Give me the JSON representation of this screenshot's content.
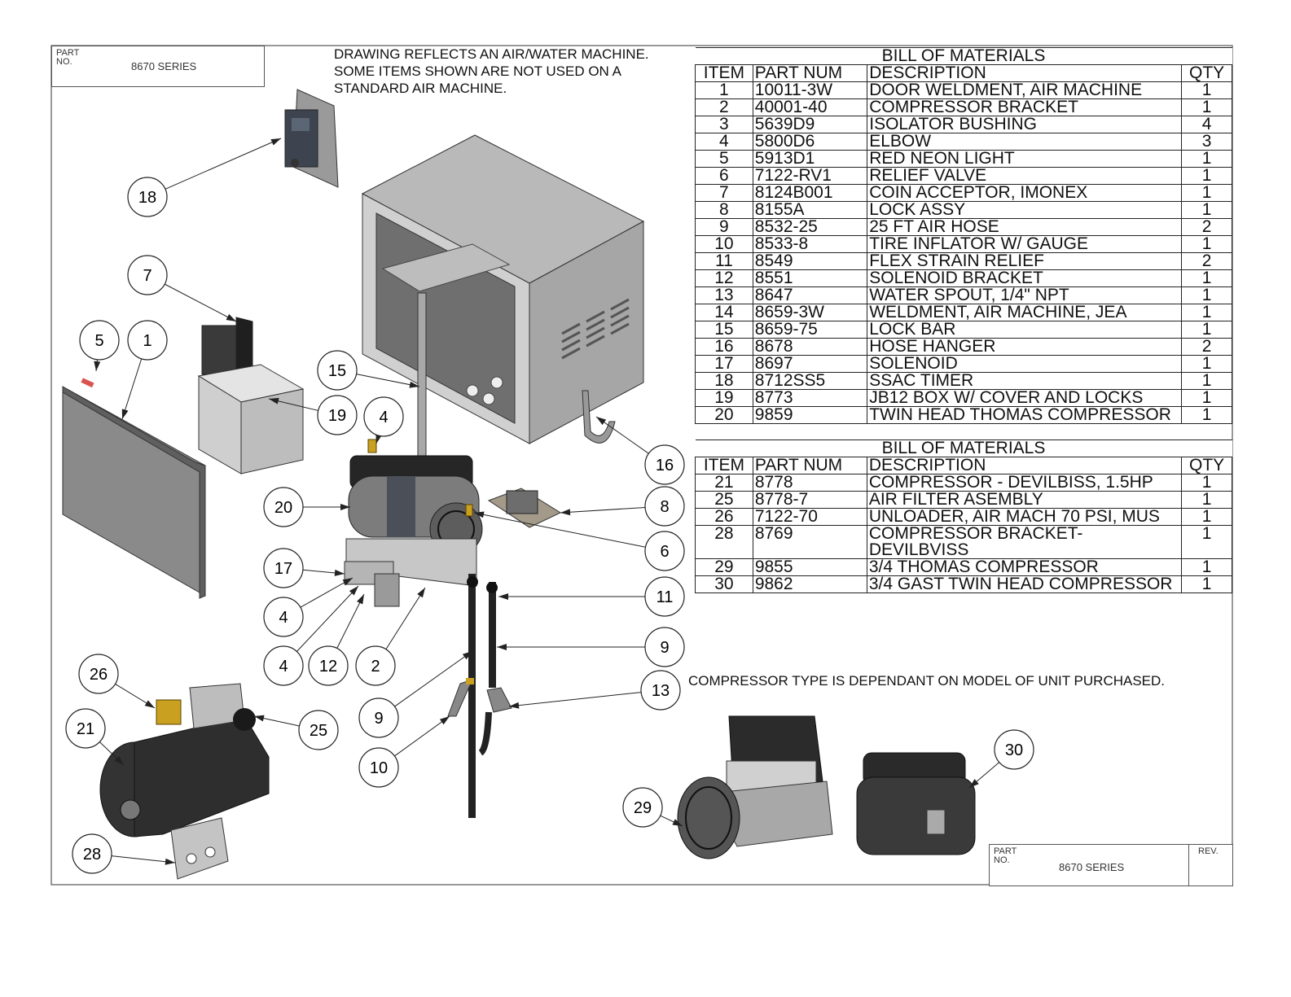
{
  "title_block_top": {
    "part_label": "PART\nNO.",
    "part_value": "8670 SERIES"
  },
  "title_block_bottom": {
    "part_label": "PART\nNO.",
    "part_value": "8670 SERIES",
    "rev_label": "REV."
  },
  "note": "DRAWING REFLECTS AN AIR/WATER MACHINE.\nSOME ITEMS SHOWN ARE NOT USED ON A\nSTANDARD AIR MACHINE.",
  "bom1": {
    "title": "BILL OF MATERIALS",
    "headers": {
      "item": "ITEM",
      "part": "PART NUM",
      "desc": "DESCRIPTION",
      "qty": "QTY"
    },
    "rows": [
      {
        "item": "1",
        "part": "10011-3W",
        "desc": "DOOR WELDMENT, AIR MACHINE",
        "qty": "1"
      },
      {
        "item": "2",
        "part": "40001-40",
        "desc": "COMPRESSOR BRACKET",
        "qty": "1"
      },
      {
        "item": "3",
        "part": "5639D9",
        "desc": "ISOLATOR BUSHING",
        "qty": "4"
      },
      {
        "item": "4",
        "part": "5800D6",
        "desc": "ELBOW",
        "qty": "3"
      },
      {
        "item": "5",
        "part": "5913D1",
        "desc": "RED NEON LIGHT",
        "qty": "1"
      },
      {
        "item": "6",
        "part": "7122-RV1",
        "desc": "RELIEF VALVE",
        "qty": "1"
      },
      {
        "item": "7",
        "part": "8124B001",
        "desc": "COIN ACCEPTOR, IMONEX",
        "qty": "1"
      },
      {
        "item": "8",
        "part": "8155A",
        "desc": "LOCK ASSY",
        "qty": "1"
      },
      {
        "item": "9",
        "part": "8532-25",
        "desc": "25 FT AIR HOSE",
        "qty": "2"
      },
      {
        "item": "10",
        "part": "8533-8",
        "desc": "TIRE INFLATOR W/ GAUGE",
        "qty": "1"
      },
      {
        "item": "11",
        "part": "8549",
        "desc": "FLEX STRAIN RELIEF",
        "qty": "2"
      },
      {
        "item": "12",
        "part": "8551",
        "desc": "SOLENOID BRACKET",
        "qty": "1"
      },
      {
        "item": "13",
        "part": "8647",
        "desc": "WATER SPOUT, 1/4\" NPT",
        "qty": "1"
      },
      {
        "item": "14",
        "part": "8659-3W",
        "desc": "WELDMENT, AIR MACHINE, JEA",
        "qty": "1"
      },
      {
        "item": "15",
        "part": "8659-75",
        "desc": "LOCK BAR",
        "qty": "1"
      },
      {
        "item": "16",
        "part": "8678",
        "desc": "HOSE HANGER",
        "qty": "2"
      },
      {
        "item": "17",
        "part": "8697",
        "desc": "SOLENOID",
        "qty": "1"
      },
      {
        "item": "18",
        "part": "8712SS5",
        "desc": "SSAC TIMER",
        "qty": "1"
      },
      {
        "item": "19",
        "part": "8773",
        "desc": "JB12 BOX W/ COVER AND LOCKS",
        "qty": "1"
      },
      {
        "item": "20",
        "part": "9859",
        "desc": "TWIN HEAD THOMAS COMPRESSOR",
        "qty": "1"
      }
    ]
  },
  "bom2": {
    "title": "BILL OF MATERIALS",
    "headers": {
      "item": "ITEM",
      "part": "PART NUM",
      "desc": "DESCRIPTION",
      "qty": "QTY"
    },
    "rows": [
      {
        "item": "21",
        "part": "8778",
        "desc": "COMPRESSOR - DEVILBISS, 1.5HP",
        "qty": "1"
      },
      {
        "item": "25",
        "part": "8778-7",
        "desc": "AIR FILTER ASEMBLY",
        "qty": "1"
      },
      {
        "item": "26",
        "part": "7122-70",
        "desc": "UNLOADER, AIR MACH 70 PSI, MUS",
        "qty": "1"
      },
      {
        "item": "28",
        "part": "8769",
        "desc": "COMPRESSOR BRACKET- DEVILBVISS",
        "qty": "1"
      },
      {
        "item": "29",
        "part": "9855",
        "desc": "3/4 THOMAS COMPRESSOR",
        "qty": "1"
      },
      {
        "item": "30",
        "part": "9862",
        "desc": "3/4 GAST TWIN HEAD COMPRESSOR",
        "qty": "1"
      }
    ]
  },
  "footnote": "COMPRESSOR TYPE IS DEPENDANT ON MODEL OF UNIT PURCHASED.",
  "balloons": [
    {
      "label": "18"
    },
    {
      "label": "7"
    },
    {
      "label": "5"
    },
    {
      "label": "1"
    },
    {
      "label": "15"
    },
    {
      "label": "19"
    },
    {
      "label": "4"
    },
    {
      "label": "16"
    },
    {
      "label": "20"
    },
    {
      "label": "8"
    },
    {
      "label": "6"
    },
    {
      "label": "17"
    },
    {
      "label": "11"
    },
    {
      "label": "4"
    },
    {
      "label": "9"
    },
    {
      "label": "4"
    },
    {
      "label": "12"
    },
    {
      "label": "2"
    },
    {
      "label": "13"
    },
    {
      "label": "26"
    },
    {
      "label": "9"
    },
    {
      "label": "21"
    },
    {
      "label": "25"
    },
    {
      "label": "10"
    },
    {
      "label": "30"
    },
    {
      "label": "29"
    },
    {
      "label": "28"
    }
  ],
  "colors": {
    "line": "#222222",
    "part_gray": "#8c8c8c",
    "part_dark": "#2b2b2b",
    "brass": "#c9a020",
    "neon_red": "#d9534f"
  }
}
